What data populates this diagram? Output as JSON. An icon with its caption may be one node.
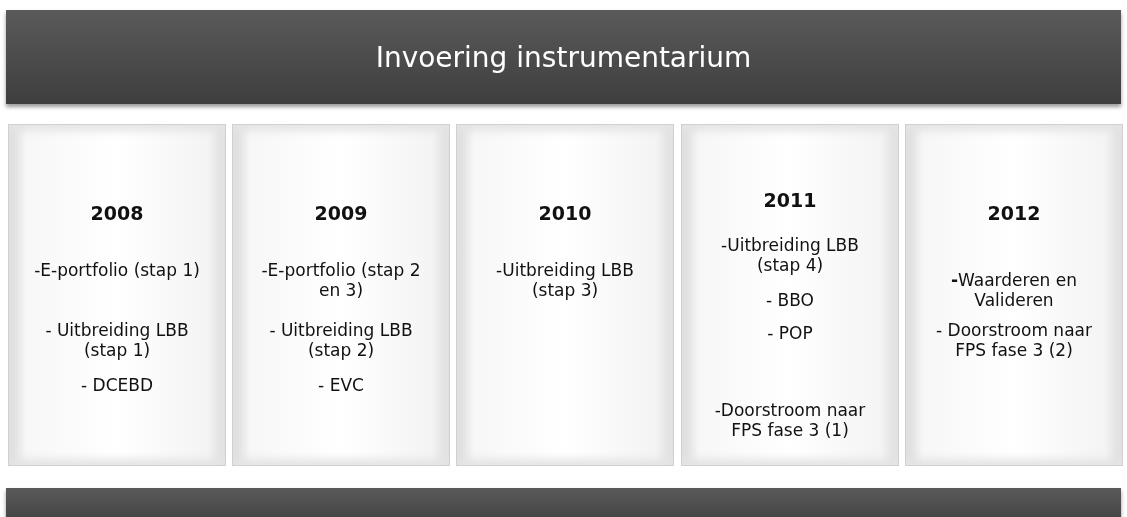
{
  "diagram": {
    "nodes": [
      {
        "text": [
          "Invoering instrumentarium"
        ]
      },
      {
        "text": [
          "2008",
          "-E-portfolio (stap 1)",
          "- Uitbreiding LBB (stap 1)",
          "- DCEBD"
        ]
      },
      {
        "text": [
          "2009",
          "-E-portfolio (stap 2 en 3)",
          "- Uitbreiding LBB (stap 2)",
          "- EVC"
        ]
      },
      {
        "text": [
          "2010",
          "-Uitbreiding LBB (stap 3)"
        ]
      },
      {
        "text": [
          "2011",
          "-Uitbreiding LBB (stap 4)",
          "- BBO",
          "- POP",
          "-Doorstroom naar FPS fase 3 (1)"
        ]
      },
      {
        "text": [
          "2012",
          "**-**Waarderen en Valideren",
          "- Doorstroom naar FPS fase 3 (2)"
        ]
      },
      {
        "text": [],
        "shape": "bar"
      }
    ],
    "edges": []
  }
}
